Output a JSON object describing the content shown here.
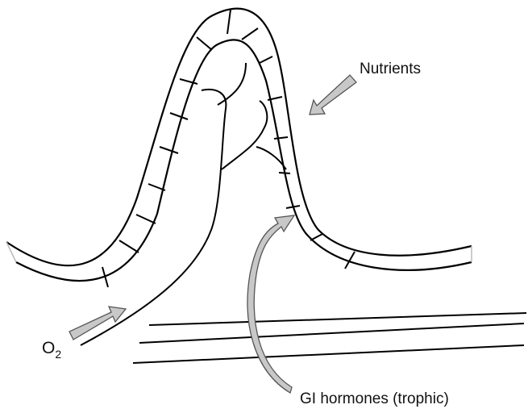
{
  "labels": {
    "nutrients": "Nutrients",
    "oxygen_main": "O",
    "oxygen_sub": "2",
    "hormones": "GI hormones (trophic)"
  },
  "colors": {
    "stroke": "#000000",
    "arrow_fill": "#c8c8c8",
    "arrow_edge": "#555555",
    "background": "#ffffff"
  }
}
